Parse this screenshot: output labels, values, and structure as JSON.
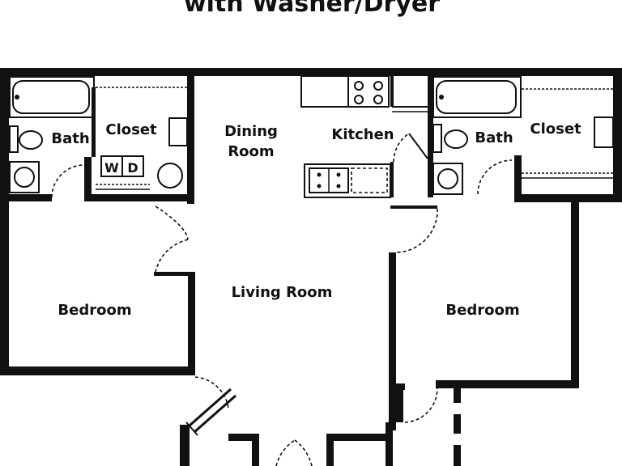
{
  "title": "with Washer/Dryer",
  "rooms": {
    "bath_left": "Bath",
    "closet_left": "Closet",
    "dining": [
      "Dining",
      "Room"
    ],
    "kitchen": "Kitchen",
    "bath_right": "Bath",
    "closet_right": "Closet",
    "living": "Living Room",
    "bedroom_left": "Bedroom",
    "bedroom_right": "Bedroom"
  },
  "appliances": {
    "washer": "W",
    "dryer": "D"
  }
}
